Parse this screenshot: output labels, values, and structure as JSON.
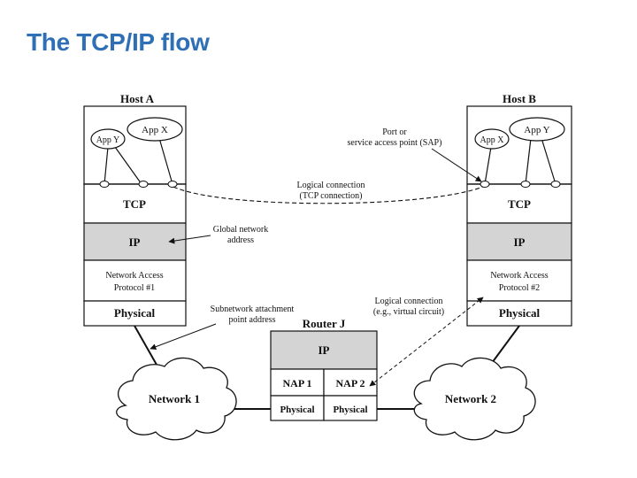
{
  "slide": {
    "title": "The TCP/IP flow"
  },
  "host_a": {
    "label": "Host A",
    "apps": [
      "App Y",
      "App X"
    ],
    "layers": [
      "TCP",
      "IP",
      "Network Access",
      "Protocol #1",
      "Physical"
    ]
  },
  "host_b": {
    "label": "Host B",
    "apps": [
      "App X",
      "App Y"
    ],
    "layers": [
      "TCP",
      "IP",
      "Network Access",
      "Protocol #2",
      "Physical"
    ]
  },
  "router": {
    "label": "Router J",
    "layers": [
      "IP",
      "NAP 1",
      "NAP 2",
      "Physical",
      "Physical"
    ]
  },
  "networks": [
    "Network 1",
    "Network 2"
  ],
  "annotations": {
    "port_line1": "Port or",
    "port_line2": "service access point (SAP)",
    "logical1_line1": "Logical connection",
    "logical1_line2": "(TCP connection)",
    "global_line1": "Global network",
    "global_line2": "address",
    "subnet_line1": "Subnetwork attachment",
    "subnet_line2": "point address",
    "logical2_line1": "Logical connection",
    "logical2_line2": "(e.g., virtual circuit)"
  },
  "colors": {
    "title": "#2f6fb6",
    "ip_fill": "#d4d4d4"
  }
}
